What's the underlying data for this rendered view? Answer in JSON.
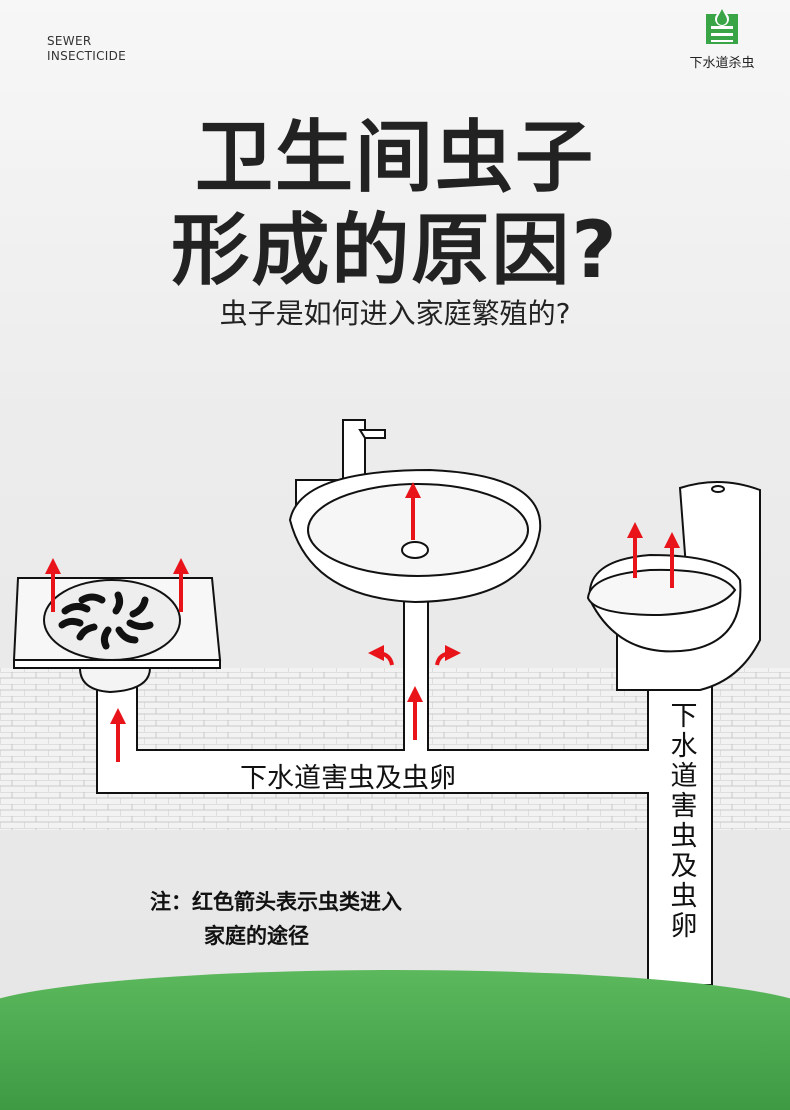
{
  "brand": {
    "line1": "SEWER",
    "line2": "INSECTICIDE"
  },
  "logo": {
    "label": "下水道杀虫",
    "color": "#3aa547"
  },
  "title": {
    "line1": "卫生间虫子",
    "line2": "形成的原因?"
  },
  "subtitle": "虫子是如何进入家庭繁殖的?",
  "diagram": {
    "pipe_label_horizontal": "下水道害虫及虫卵",
    "pipe_label_vertical": "下水道害虫及虫卵",
    "arrow_color": "#e8141a"
  },
  "note": {
    "line1": "注：红色箭头表示虫类进入",
    "line2": "家庭的途径"
  }
}
